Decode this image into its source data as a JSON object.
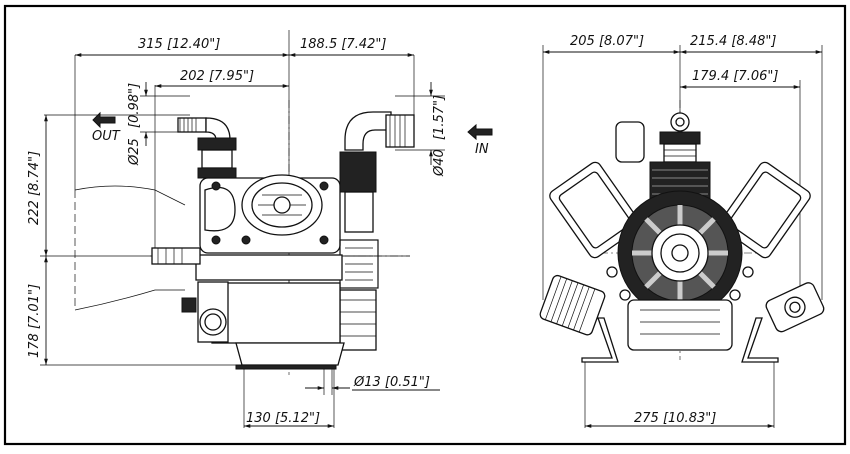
{
  "left_view": {
    "dim_width_left": "315 [12.40\"]",
    "dim_width_right": "188.5 [7.42\"]",
    "dim_outlet_offset": "202 [7.95\"]",
    "dim_outlet_dia_a": "Ø25",
    "dim_outlet_dia_b": "[0.98\"]",
    "dim_inlet_dia_a": "Ø40",
    "dim_inlet_dia_b": "[1.57\"]",
    "label_out": "OUT",
    "label_in": "IN",
    "dim_height_upper": "222 [8.74\"]",
    "dim_height_lower": "178 [7.01\"]",
    "dim_shaft": "Ø13 [0.51\"]",
    "dim_base": "130 [5.12\"]"
  },
  "right_view": {
    "dim_width_left": "205 [8.07\"]",
    "dim_width_right": "215.4 [8.48\"]",
    "dim_offset": "179.4 [7.06\"]",
    "dim_feet": "275 [10.83\"]"
  }
}
